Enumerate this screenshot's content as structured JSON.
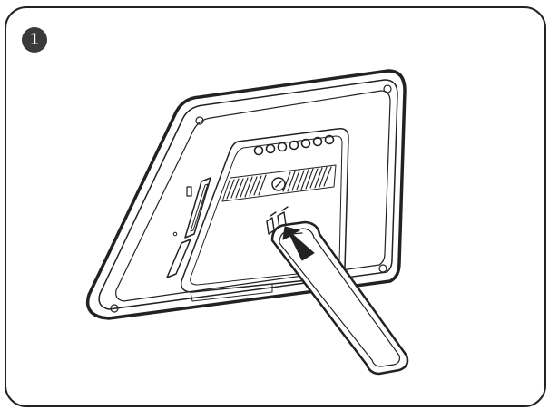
{
  "step": {
    "number": "1"
  },
  "colors": {
    "line": "#222222",
    "badge": "#3a3a3a",
    "background": "#ffffff"
  },
  "illustration": {
    "subject": "digital-photo-frame-back",
    "action": "attach-stand",
    "icons": [
      "photo-frame-icon",
      "stand-icon",
      "arrow-icon"
    ]
  }
}
